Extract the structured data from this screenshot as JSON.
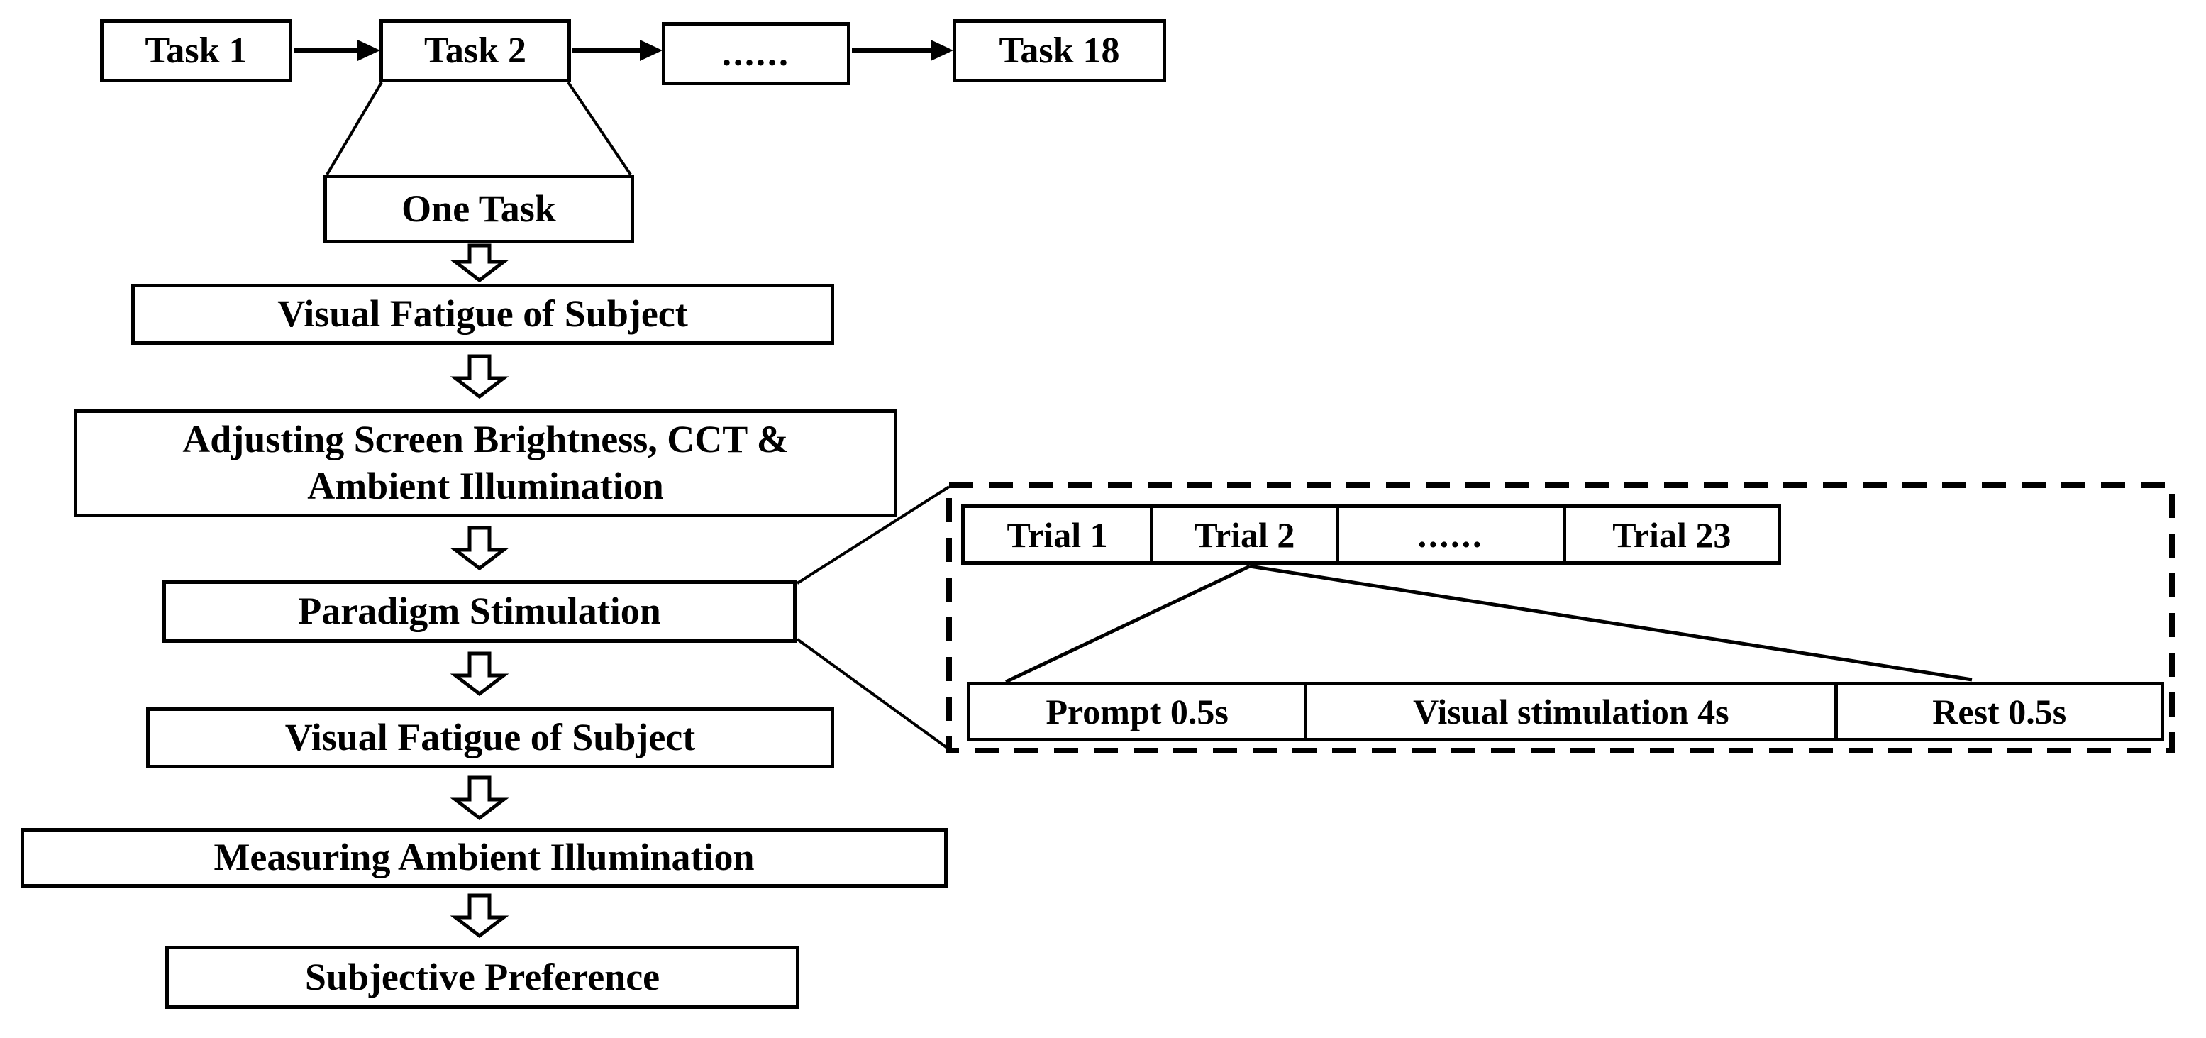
{
  "tasks": [
    "Task 1",
    "Task 2",
    "......",
    "Task 18"
  ],
  "one_task_label": "One Task",
  "steps": {
    "visual_fatigue_pre": "Visual Fatigue of Subject",
    "adjusting_line1": "Adjusting Screen Brightness, CCT &",
    "adjusting_line2": "Ambient Illumination",
    "paradigm": "Paradigm Stimulation",
    "visual_fatigue_post": "Visual Fatigue of Subject",
    "measuring": "Measuring Ambient Illumination",
    "subjective": "Subjective Preference"
  },
  "trials": [
    "Trial 1",
    "Trial 2",
    "......",
    "Trial 23"
  ],
  "trial_phases": [
    "Prompt 0.5s",
    "Visual stimulation 4s",
    "Rest 0.5s"
  ],
  "colors": {
    "ink": "#000000",
    "background": "#ffffff",
    "box_fill": "#ffffff"
  }
}
